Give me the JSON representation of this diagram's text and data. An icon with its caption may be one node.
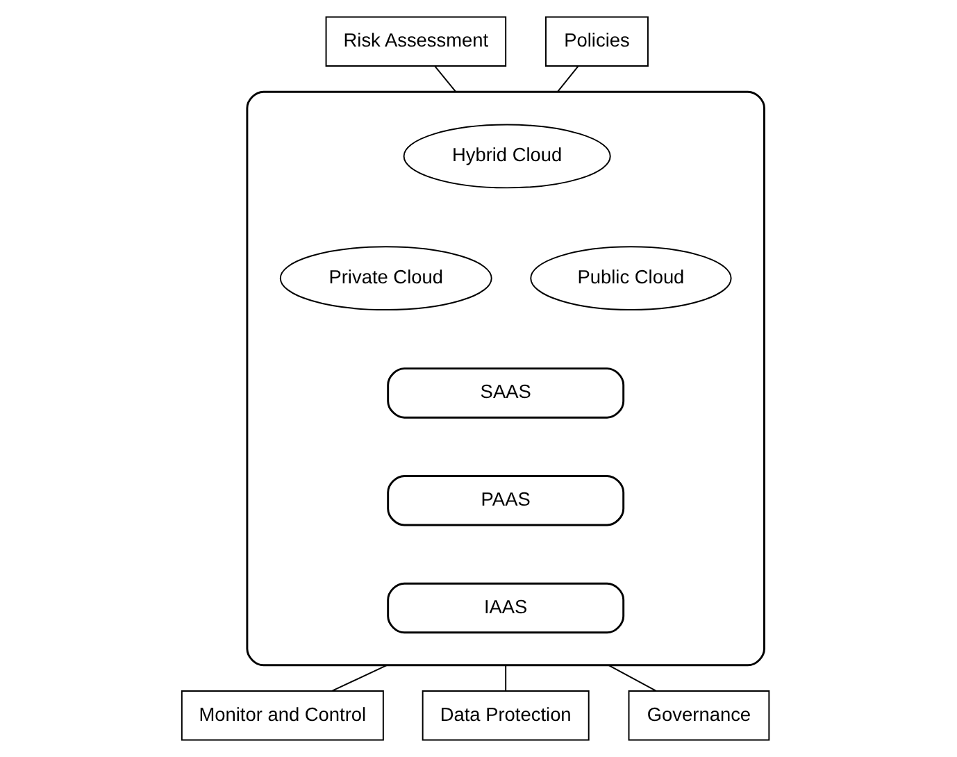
{
  "diagram": {
    "nodes": [
      {
        "text": [
          "Policies"
        ]
      },
      {
        "text": [
          "Risk Assessment"
        ]
      },
      {
        "text": [],
        "shape": "cloud"
      },
      {
        "text": [
          "Hybrid Cloud"
        ],
        "in": 2
      },
      {
        "text": [
          "Private Cloud"
        ],
        "in": 2
      },
      {
        "text": [
          "Public Cloud"
        ],
        "in": 2
      },
      {
        "text": [
          "SAAS"
        ],
        "in": 2
      },
      {
        "text": [
          "PAAS"
        ],
        "in": 2
      },
      {
        "text": [
          "IAAS"
        ],
        "in": 2
      },
      {
        "text": [
          "Monitor and Control"
        ]
      },
      {
        "text": [
          "Data Protection"
        ]
      },
      {
        "text": [
          "Governance"
        ]
      }
    ],
    "edges": [
      {
        "from": 1,
        "to": 2,
        "arrow": "none"
      },
      {
        "from": 0,
        "to": 2,
        "arrow": "none"
      },
      {
        "from": 9,
        "to": 2,
        "arrow": "none"
      },
      {
        "from": 10,
        "to": 2,
        "arrow": "none"
      },
      {
        "from": 11,
        "to": 2,
        "arrow": "none"
      }
    ]
  }
}
